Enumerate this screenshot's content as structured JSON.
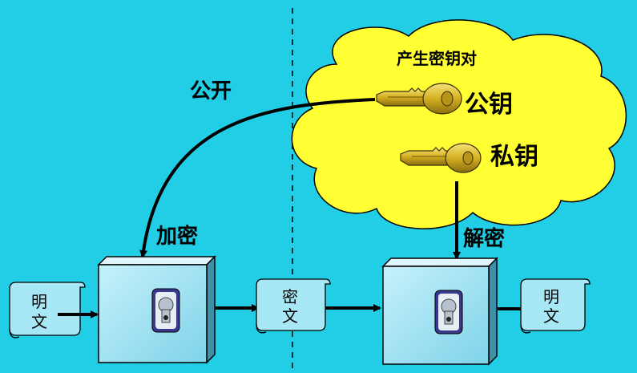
{
  "title": "产生密钥对",
  "labels": {
    "public_key": "公钥",
    "private_key": "私钥",
    "publish": "公开",
    "encrypt": "加密",
    "decrypt": "解密"
  },
  "plaintext_in": [
    "明",
    "文"
  ],
  "ciphertext": [
    "密",
    "文"
  ],
  "plaintext_out": [
    "明",
    "文"
  ],
  "colors": {
    "background": "#22cee6",
    "cloud": "#ffff33",
    "box_front": "#9fe3f3",
    "box_side": "#3f8fa8",
    "scroll": "#a8e8f6",
    "key_gold": "#d4b021",
    "arrow": "#000000"
  },
  "icons": [
    "key-icon",
    "keyhole-icon",
    "scroll-icon",
    "cloud-icon"
  ]
}
